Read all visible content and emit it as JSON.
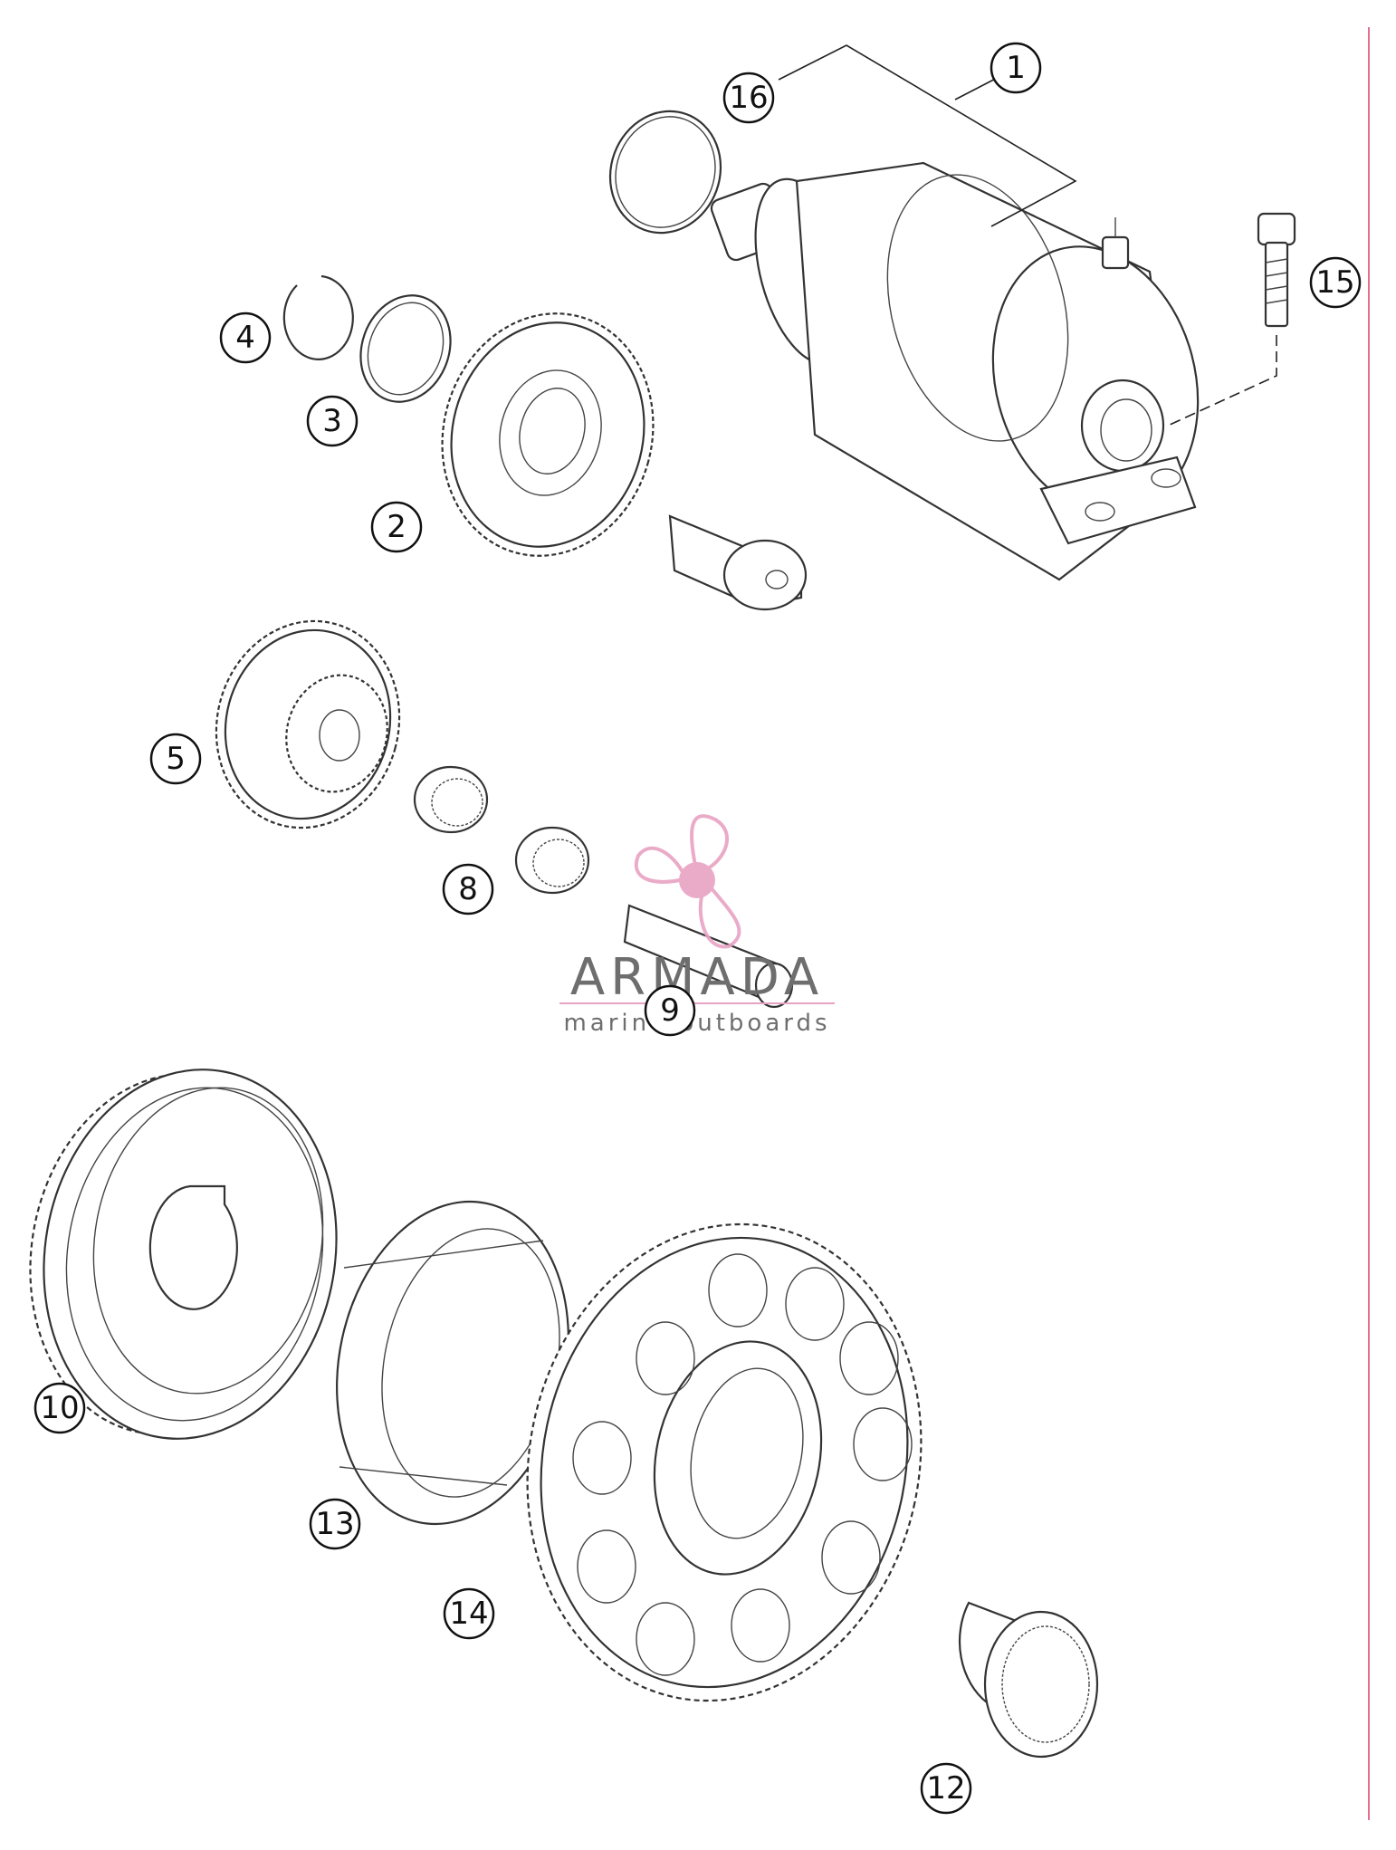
{
  "callouts": [
    {
      "id": "1",
      "label": "1"
    },
    {
      "id": "2",
      "label": "2"
    },
    {
      "id": "3",
      "label": "3"
    },
    {
      "id": "4",
      "label": "4"
    },
    {
      "id": "5",
      "label": "5"
    },
    {
      "id": "8",
      "label": "8"
    },
    {
      "id": "9",
      "label": "9"
    },
    {
      "id": "10",
      "label": "10"
    },
    {
      "id": "12",
      "label": "12"
    },
    {
      "id": "13",
      "label": "13"
    },
    {
      "id": "14",
      "label": "14"
    },
    {
      "id": "15",
      "label": "15"
    },
    {
      "id": "16",
      "label": "16"
    }
  ],
  "watermark": {
    "brand": "ARMADA",
    "tagline": "marine outboards",
    "logo_icon": "propeller-icon",
    "accent_color": "#e8a3c4"
  },
  "colors": {
    "line": "#333333",
    "margin_rule": "#e07090"
  }
}
